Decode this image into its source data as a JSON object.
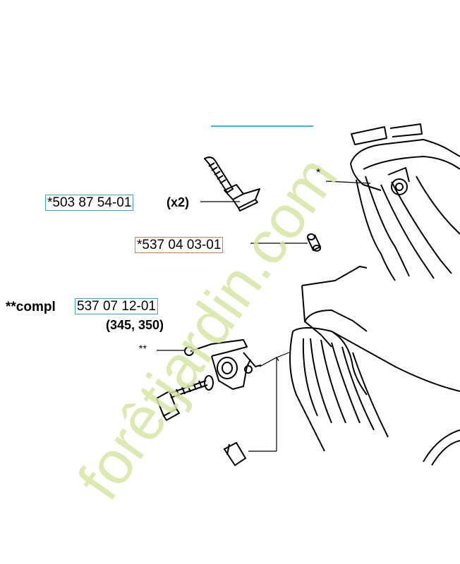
{
  "callouts": {
    "bolt": {
      "part_number": "*503 87 54-01",
      "qty": "(x2)"
    },
    "nut": {
      "part_number": "*537 04 03-01"
    },
    "tensioner": {
      "prefix": "**compl",
      "part_number": "537 07 12-01",
      "models": "(345, 350)"
    },
    "marker_double": "**",
    "marker_single": "*"
  },
  "watermark": {
    "text": "forêtjardin.com"
  },
  "colors": {
    "box_blue": "#3aa6d0",
    "box_orange": "#e07a4a",
    "line_cyan": "#3fb4d8",
    "watermark": "#d6e6a4"
  }
}
